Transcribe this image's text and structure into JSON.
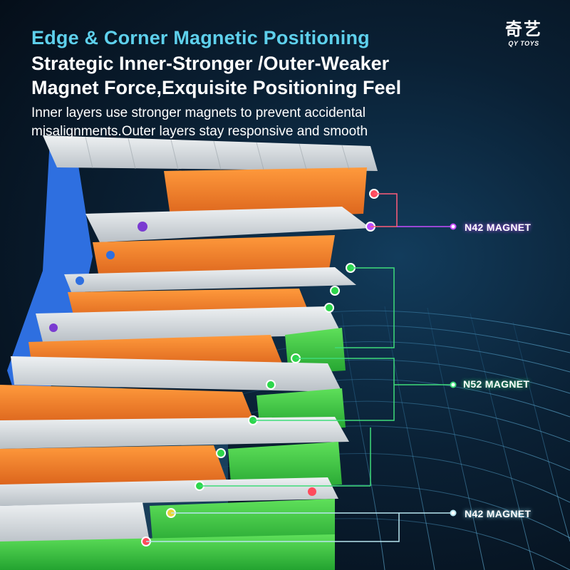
{
  "headline": "Edge & Corner Magnetic Positioning",
  "subhead": "Strategic Inner-Stronger /Outer-Weaker Magnet Force,Exquisite Positioning Feel",
  "description": "Inner layers use stronger magnets to prevent accidental misalignments.Outer layers stay responsive and smooth",
  "brand": {
    "name_cn": "奇艺",
    "name_en": "QY TOYS"
  },
  "callouts": [
    {
      "label": "N42 MAGNET",
      "color": "#c74dff"
    },
    {
      "label": "N52 MAGNET",
      "color": "#3fdc7a"
    },
    {
      "label": "N42 MAGNET",
      "color": "#8fd8e8"
    }
  ],
  "colors": {
    "background": "#071726",
    "headline": "#5ed0ec",
    "orange": "#f07a22",
    "green": "#35c43a",
    "blue": "#2e6fe0",
    "white_piece": "#d9dde0"
  },
  "icons": [
    "magnet-dot-icon"
  ]
}
